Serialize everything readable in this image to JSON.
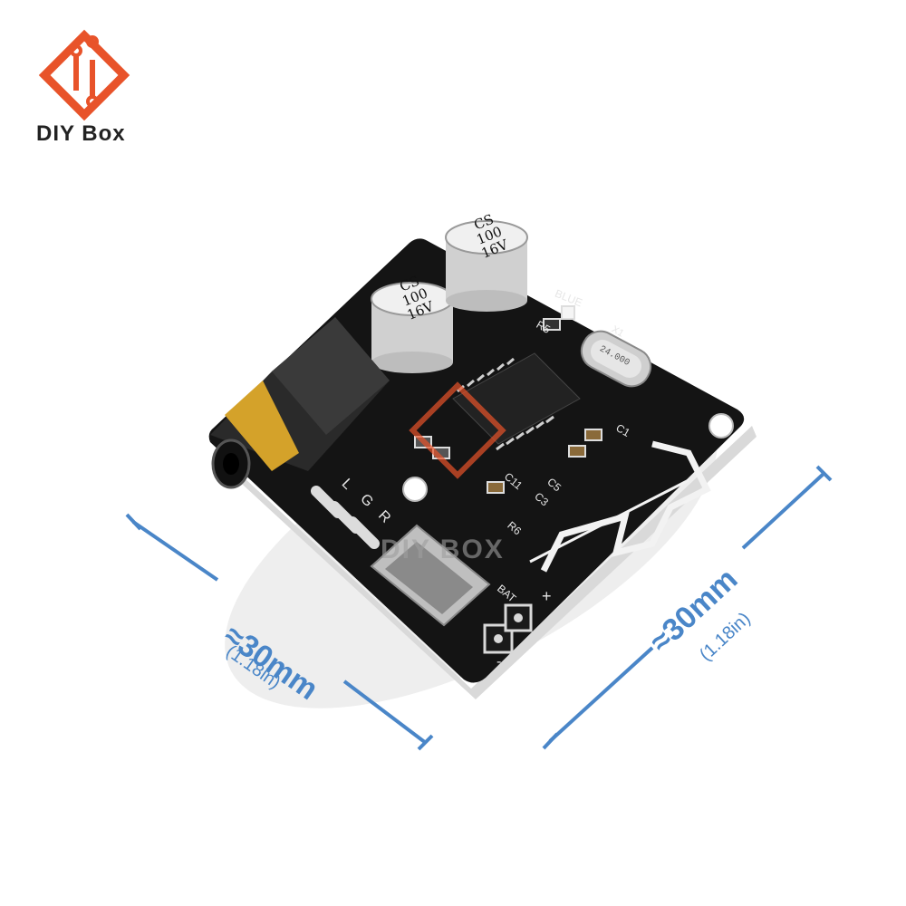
{
  "brand": {
    "name": "DIY Box",
    "watermark": "DIY BOX"
  },
  "board": {
    "capacitors": [
      {
        "label_line1": "CS",
        "label_line2": "100",
        "label_line3": "16V"
      },
      {
        "label_line1": "CS",
        "label_line2": "100",
        "label_line3": "16V"
      }
    ],
    "silkscreen": {
      "blue": "BLUE",
      "r5": "R5",
      "x1": "X1",
      "crystal": "24.000",
      "c1": "C1",
      "c11": "C11",
      "r6": "R6",
      "c3": "C3",
      "c5": "C5",
      "left_channel": "L",
      "ground": "G",
      "right_channel": "R",
      "bat": "BAT",
      "plus": "+",
      "minus": "-"
    }
  },
  "dimensions": {
    "left": {
      "metric": "≈30mm",
      "imperial": "(1.18in)"
    },
    "right": {
      "metric": "≈30mm",
      "imperial": "(1.18in)"
    }
  },
  "colors": {
    "logo": "#e8532a",
    "pcb": "#111111",
    "dimension": "#4a86c8",
    "jack_gold": "#d4a22a"
  }
}
